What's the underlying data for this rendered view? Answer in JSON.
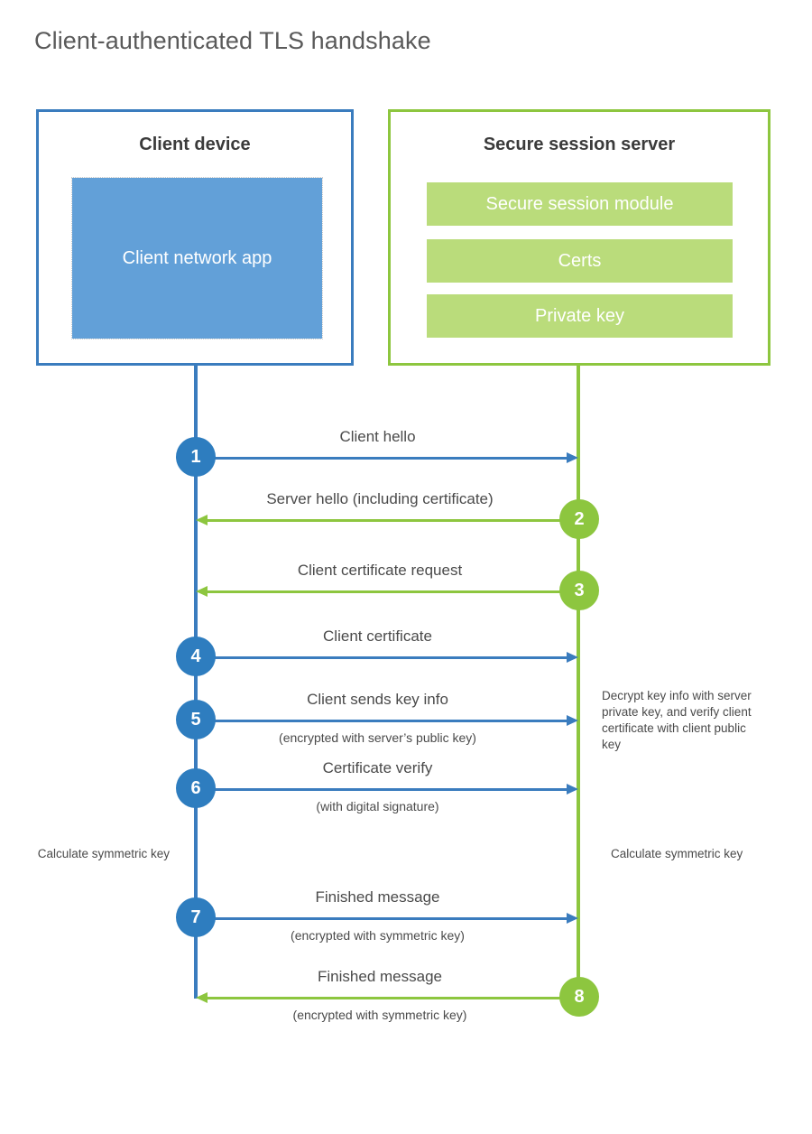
{
  "title": "Client-authenticated TLS handshake",
  "colors": {
    "blue_border": "#3A7CBE",
    "blue_fill": "#62A0D8",
    "blue_badge": "#2E7DBF",
    "green_border": "#8DC63F",
    "green_fill": "#BADC7B",
    "text": "#4a4a4a"
  },
  "actors": {
    "client": {
      "title": "Client device",
      "app_label": "Client network app"
    },
    "server": {
      "title": "Secure session server",
      "modules": [
        {
          "label": "Secure session module"
        },
        {
          "label": "Certs"
        },
        {
          "label": "Private key"
        }
      ]
    }
  },
  "messages": [
    {
      "step": "1",
      "label": "Client hello",
      "sub": "",
      "direction": "to-server",
      "origin": "client"
    },
    {
      "step": "2",
      "label": "Server hello (including certificate)",
      "sub": "",
      "direction": "to-client",
      "origin": "server"
    },
    {
      "step": "3",
      "label": "Client certificate request",
      "sub": "",
      "direction": "to-client",
      "origin": "server"
    },
    {
      "step": "4",
      "label": "Client certificate",
      "sub": "",
      "direction": "to-server",
      "origin": "client"
    },
    {
      "step": "5",
      "label": "Client sends key info",
      "sub": "(encrypted with server’s public key)",
      "direction": "to-server",
      "origin": "client"
    },
    {
      "step": "6",
      "label": "Certificate verify",
      "sub": "(with digital signature)",
      "direction": "to-server",
      "origin": "client"
    },
    {
      "step": "7",
      "label": "Finished message",
      "sub": "(encrypted with symmetric key)",
      "direction": "to-server",
      "origin": "client"
    },
    {
      "step": "8",
      "label": "Finished message",
      "sub": "(encrypted with symmetric key)",
      "direction": "to-client",
      "origin": "server"
    }
  ],
  "annotations": {
    "decrypt": "Decrypt key info with server private key, and verify client certificate with client public key",
    "calculate_client": "Calculate symmetric key",
    "calculate_server": "Calculate symmetric key"
  }
}
